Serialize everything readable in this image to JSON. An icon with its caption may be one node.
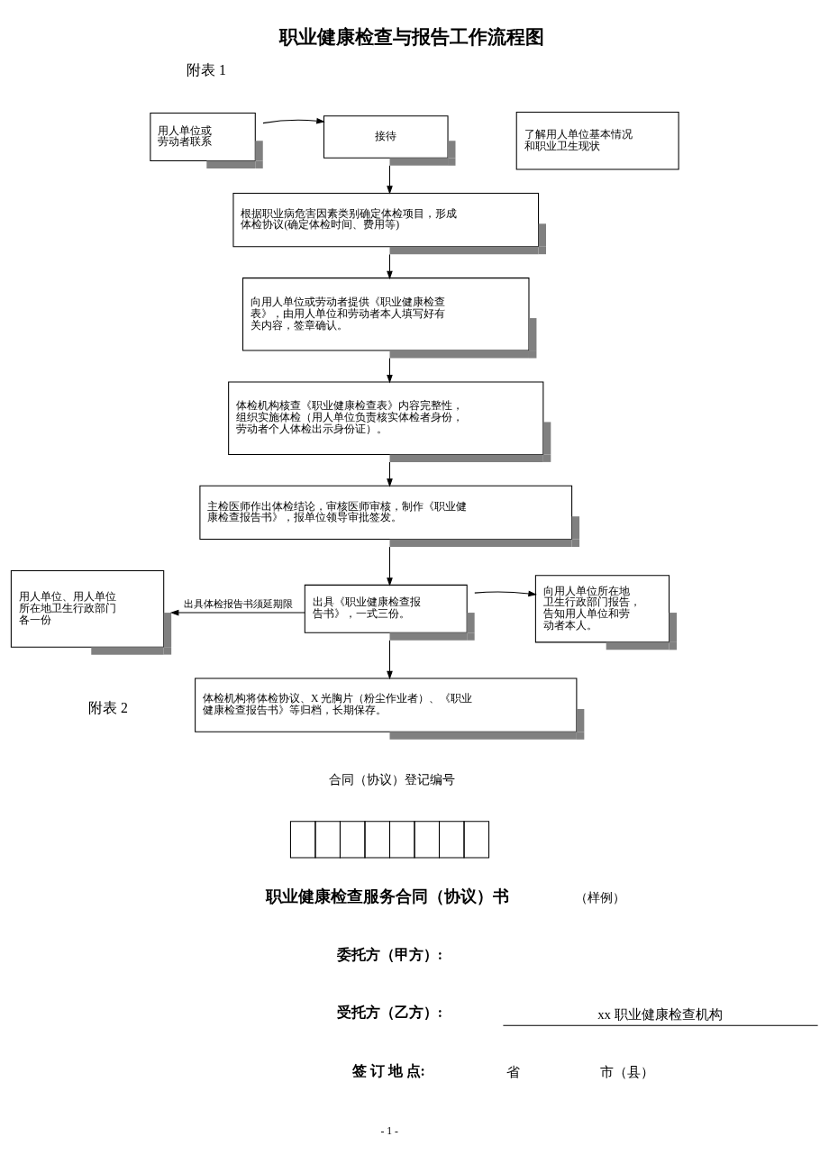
{
  "diagram": {
    "title": "职业健康检查与报告工作流程图",
    "nodes": [
      {
        "text": [
          "用人单位或劳动者联系"
        ]
      },
      {
        "text": [
          "接待"
        ]
      },
      {
        "text": [
          "了解用人单位基本情况和职业卫生现状"
        ]
      },
      {
        "text": [
          "根据职业病危害因素类别确定体检项目，形成体检协议(确定体检时间、费用等)"
        ]
      },
      {
        "text": [
          "向用人单位或劳动者提供《职业健康检查表》，由用人单位和劳动者本人填写好有关内容，签章确认。"
        ]
      },
      {
        "text": [
          "体检机构核查《职业健康检查表》内容完整性，组织实施体检（用人单位负责核实体检者身份，劳动者个人体检出示身份证）。"
        ]
      },
      {
        "text": [
          "主检医师作出体检结论，审核医师审核，制作《职业健康检查报告书》，报单位领导审批签发。"
        ]
      },
      {
        "text": [
          "出具《职业健康检查报告书》，一式三份。"
        ]
      },
      {
        "text": [
          "用人单位、用人单位所在地卫生行政部门各一份"
        ]
      },
      {
        "text": [
          "向用人单位所在地卫生行政部门报告，告知用人单位和劳动者本人。"
        ]
      },
      {
        "text": [
          "体检机构将体检协议、X 光胸片（粉尘作业者）、《职业健康检查报告书》等归档，长期保存。"
        ]
      },
      {
        "text": [],
        "shape": "box"
      }
    ],
    "edges": [
      {
        "from": 0,
        "to": 1,
        "arrow": "to"
      },
      {
        "from": 1,
        "to": 3,
        "arrow": "to"
      },
      {
        "from": 3,
        "to": 4,
        "arrow": "to"
      },
      {
        "from": 4,
        "to": 5,
        "arrow": "to"
      },
      {
        "from": 5,
        "to": 6,
        "arrow": "to"
      },
      {
        "from": 6,
        "to": 7,
        "arrow": "to"
      },
      {
        "from": 7,
        "to": 8,
        "arrow": "to",
        "label": "出具体检报告书须延期限"
      },
      {
        "from": 7,
        "to": 9,
        "arrow": "to"
      },
      {
        "from": 7,
        "to": 10,
        "arrow": "to"
      }
    ],
    "labels": [
      "附表 1",
      "附表 2",
      "合同（协议）登记编号",
      "职业健康检查服务合同（协议）书",
      "（样例）",
      "委托方（甲方）:",
      "受托方（乙方）:",
      "xx 职业健康检查机构",
      "签 订 地 点:",
      "省",
      "市（县）",
      "- 1 -"
    ]
  }
}
